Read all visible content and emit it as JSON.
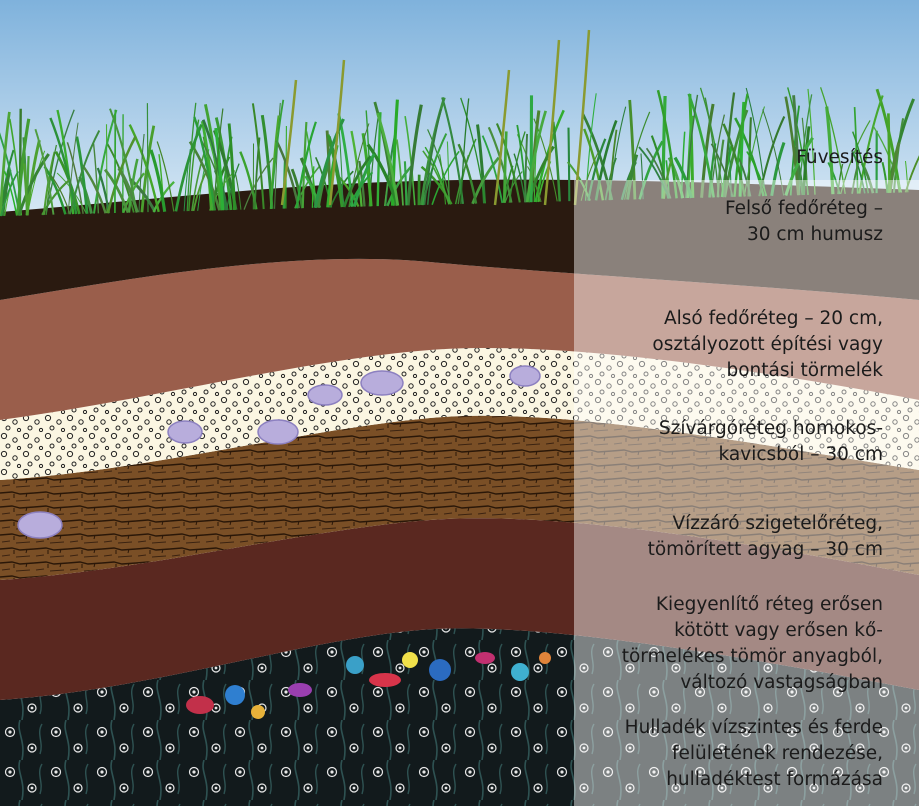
{
  "diagram": {
    "layers": [
      {
        "id": "grass",
        "lines": [
          "Füvesítés"
        ]
      },
      {
        "id": "upper-cover",
        "lines": [
          "Felső fedőréteg –",
          "30 cm humusz"
        ]
      },
      {
        "id": "lower-cover",
        "lines": [
          "Alsó fedőréteg – 20 cm,",
          "osztályozott építési vagy",
          "bontási törmelék"
        ]
      },
      {
        "id": "drainage",
        "lines": [
          "Szívárgóréteg homokos-",
          "kavicsból – 30 cm"
        ]
      },
      {
        "id": "sealing",
        "lines": [
          "Vízzáró szigetelőréteg,",
          "tömörített agyag – 30 cm"
        ]
      },
      {
        "id": "leveling",
        "lines": [
          "Kiegyenlítő réteg erősen",
          "kötött vagy erősen kő-",
          "törmelékes tömör anyagból,",
          "változó vastagságban"
        ]
      },
      {
        "id": "waste",
        "lines": [
          "Hulladék vízszintes és ferde",
          "felületének rendezése,",
          "hulladéktest formázása"
        ]
      }
    ],
    "colors": {
      "sky_top": "#7fb2dc",
      "sky_bottom": "#dcebf6",
      "grass": "#4f9a32",
      "humus": "#2a1a10",
      "lower_cover": "#9a5e4b",
      "drainage": "#fbf6e2",
      "clay": "#7a4f26",
      "leveling": "#5a2820",
      "waste": "#121a1c",
      "overlay": "#ffffff"
    }
  }
}
